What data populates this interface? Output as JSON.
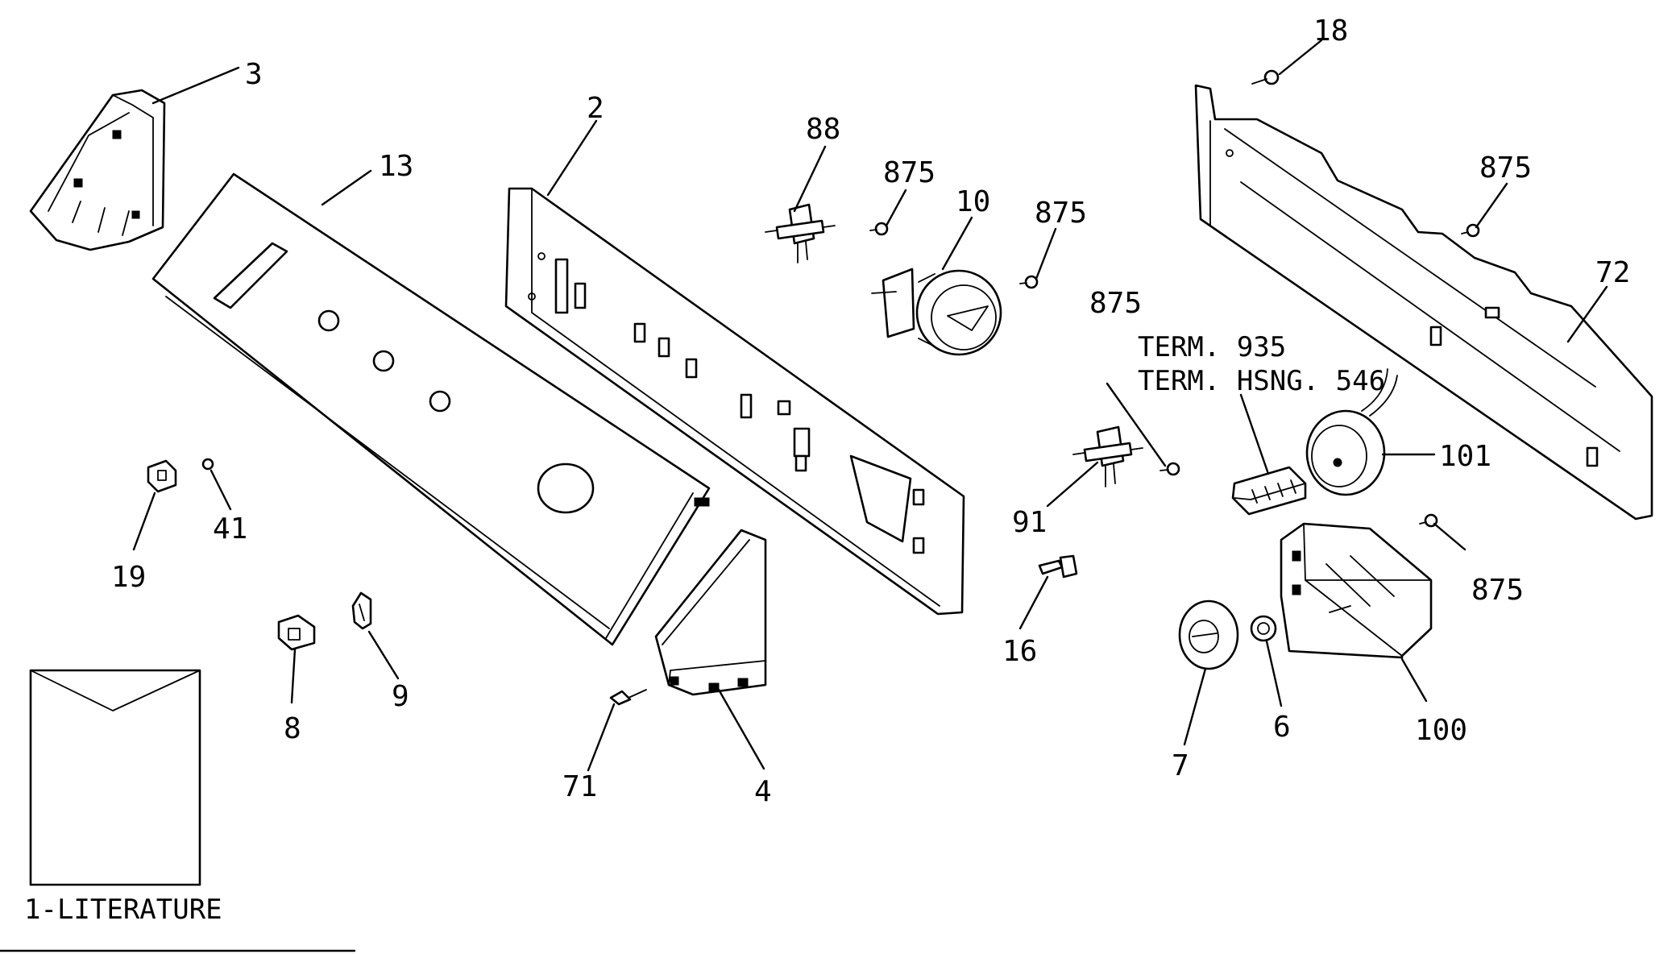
{
  "callouts": {
    "c3": "3",
    "c13": "13",
    "c2": "2",
    "c88": "88",
    "c875a": "875",
    "c10": "10",
    "c875b": "875",
    "c875c": "875",
    "c18": "18",
    "c875d": "875",
    "c72": "72",
    "c101": "101",
    "c875e": "875",
    "c91": "91",
    "c16": "16",
    "c7": "7",
    "c6": "6",
    "c100": "100",
    "c19": "19",
    "c41": "41",
    "c8": "8",
    "c9": "9",
    "c71": "71",
    "c4": "4"
  },
  "notes": {
    "term": "TERM. 935",
    "term_housing": "TERM. HSNG. 546",
    "literature": "1-LITERATURE"
  }
}
